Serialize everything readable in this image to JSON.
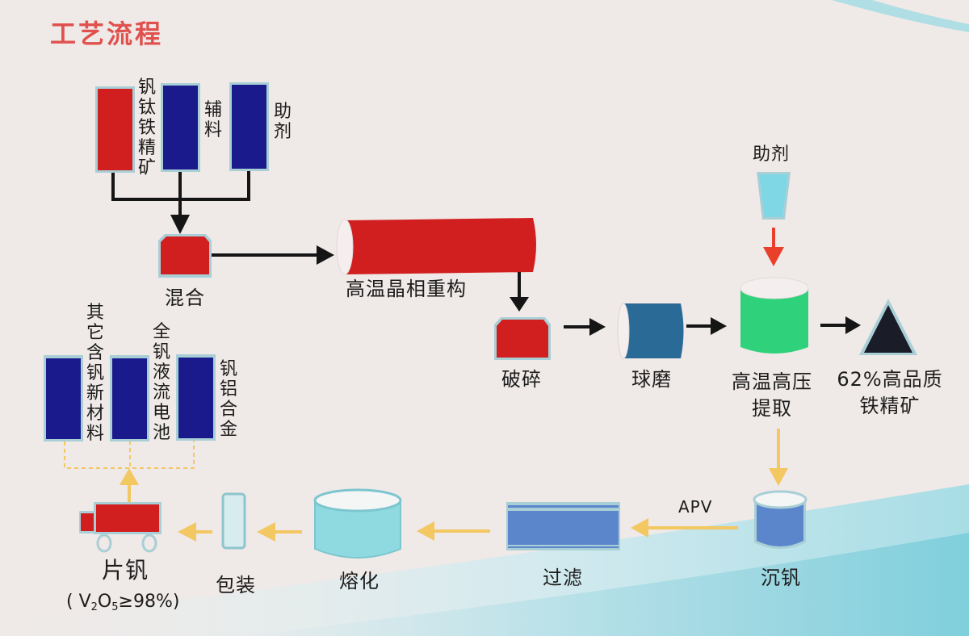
{
  "title": "工艺流程",
  "raw_materials": [
    {
      "label": "钒钛铁精矿",
      "color": "#d11f1f"
    },
    {
      "label": "辅料",
      "color": "#1a1a8c"
    },
    {
      "label": "助剂",
      "color": "#1a1a8c"
    }
  ],
  "steps": {
    "mix": "混合",
    "roast": "高温晶相重构",
    "crush": "破碎",
    "ball_mill": "球磨",
    "additive": "助剂",
    "extract_line1": "高温高压",
    "extract_line2": "提取",
    "iron_line1": "62%高品质",
    "iron_line2": "铁精矿",
    "precipitate": "沉钒",
    "apv": "APV",
    "filter": "过滤",
    "melt": "熔化",
    "pack": "包装",
    "flake": "片钒",
    "flake_spec_open": "( V",
    "flake_spec_sub1": "2",
    "flake_spec_mid": "O",
    "flake_spec_sub2": "5",
    "flake_spec_close": "≥98%)"
  },
  "products": [
    {
      "label": "其它含钒新材料",
      "color": "#1a1a8c"
    },
    {
      "label": "全钒液流电池",
      "color": "#1a1a8c"
    },
    {
      "label": "钒铝合金",
      "color": "#1a1a8c"
    }
  ],
  "colors": {
    "title": "#e0514e",
    "red": "#d11f1f",
    "navy": "#1a1a8c",
    "steel_blue": "#2a6a96",
    "green": "#2fd27a",
    "cyan": "#7fd3dc",
    "medium_blue": "#5b86cc",
    "arrow_black": "#151515",
    "arrow_yellow": "#f3c761",
    "arrow_red": "#e8402a",
    "outline": "#a9cfd6"
  }
}
